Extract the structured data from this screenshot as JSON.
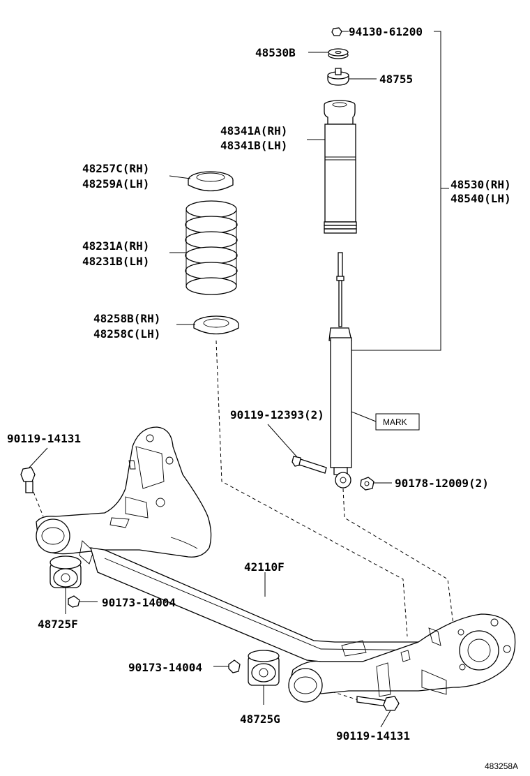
{
  "labels": {
    "nut_top": "94130-61200",
    "cushion": "48530B",
    "bumper_stop": "48755",
    "boot_a": "48341A(RH)",
    "boot_b": "48341B(LH)",
    "upper_seat_a": "48257C(RH)",
    "upper_seat_b": "48259A(LH)",
    "spring_a": "48231A(RH)",
    "spring_b": "48231B(LH)",
    "lower_seat_a": "48258B(RH)",
    "lower_seat_b": "48258C(LH)",
    "shock_a": "48530(RH)",
    "shock_b": "48540(LH)",
    "bolt_shock": "90119-12393(2)",
    "mark": "MARK",
    "bolt_left": "90119-14131",
    "nut_shock": "90178-12009(2)",
    "beam": "42110F",
    "nut_bush_left": "90173-14004",
    "bush_left": "48725F",
    "nut_bush_center": "90173-14004",
    "bush_center": "48725G",
    "bolt_bottom": "90119-14131",
    "drawing_no": "483258A"
  }
}
